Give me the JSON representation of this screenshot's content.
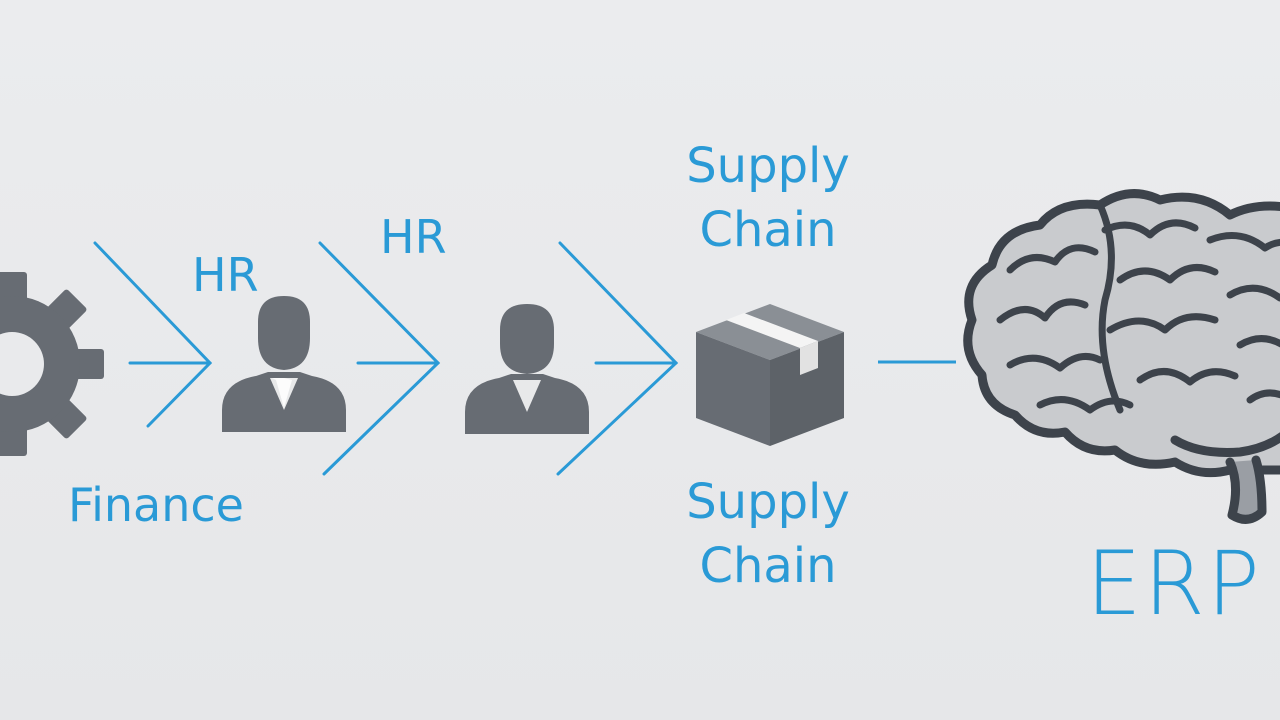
{
  "labels": {
    "hr_1": "HR",
    "hr_2": "HR",
    "finance": "Finance",
    "supply_chain_top": [
      "Supply",
      "Chain"
    ],
    "supply_chain_bottom": [
      "Supply",
      "Chain"
    ],
    "erp": "ERP"
  },
  "colors": {
    "accent": "#2a9ad6",
    "icon": "#676c73",
    "background": "#e9eaec"
  },
  "icons": [
    "gear-icon",
    "person-icon",
    "person-icon",
    "box-icon",
    "brain-icon"
  ]
}
